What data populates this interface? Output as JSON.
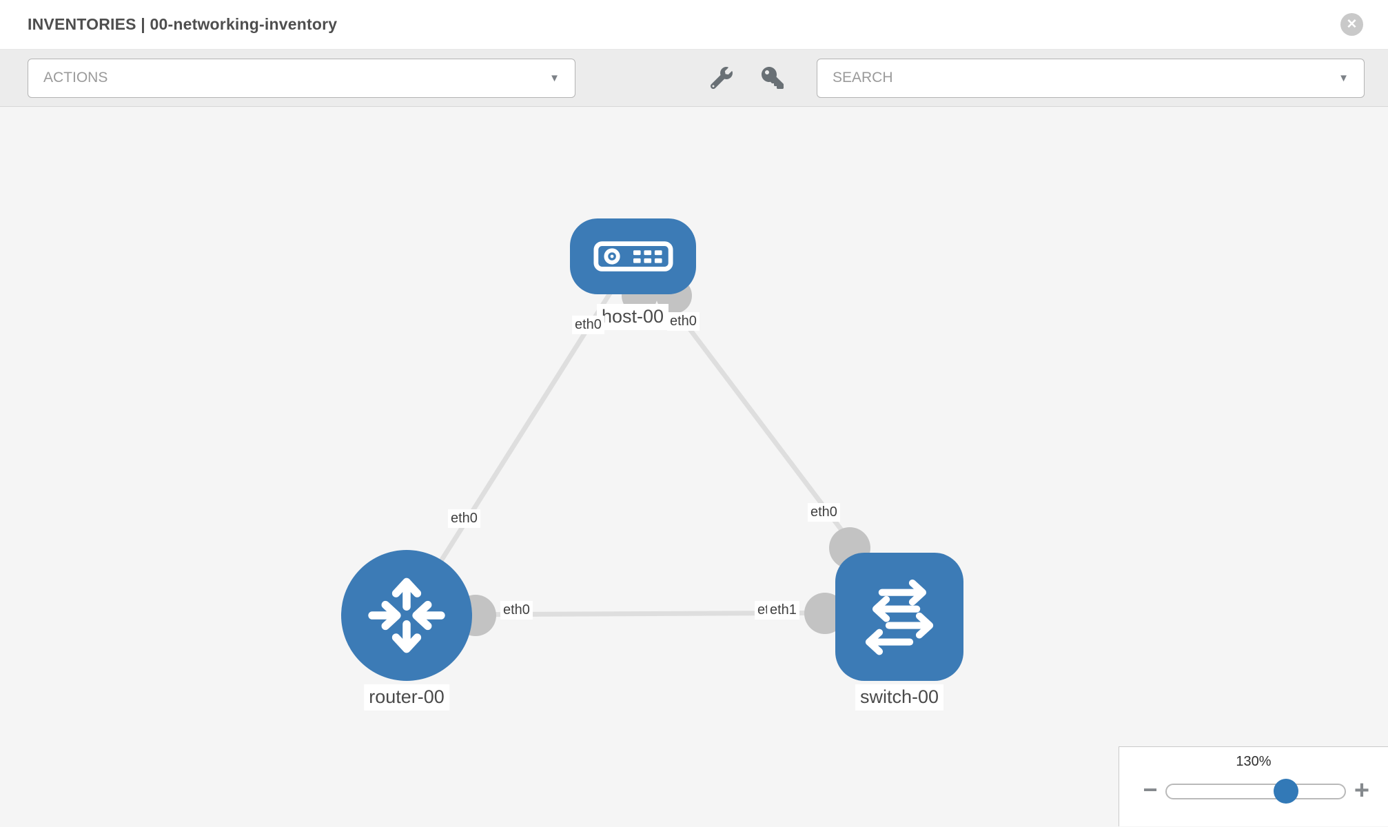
{
  "header": {
    "title": "INVENTORIES | 00-networking-inventory"
  },
  "toolbar": {
    "actions_label": "ACTIONS",
    "search_placeholder": "SEARCH"
  },
  "icons": {
    "close": "✕",
    "caret": "▼",
    "wrench": "wrench-icon",
    "key": "key-icon"
  },
  "topology": {
    "nodes": [
      {
        "id": "host-00",
        "type": "host",
        "label": "host-00"
      },
      {
        "id": "router-00",
        "type": "router",
        "label": "router-00"
      },
      {
        "id": "switch-00",
        "type": "switch",
        "label": "switch-00"
      }
    ],
    "labels": {
      "host": "host-00",
      "router": "router-00",
      "switch": "switch-00"
    },
    "interfaces": {
      "host_left": "eth0",
      "host_right": "eth0",
      "router_uplink": "eth0",
      "switch_uplink": "eth0",
      "router_right": "eth0",
      "switch_left_back": "eth0",
      "switch_left": "eth1"
    },
    "links": [
      {
        "source": "host-00",
        "source_interface": "eth0",
        "target": "router-00",
        "target_interface": "eth0"
      },
      {
        "source": "host-00",
        "source_interface": "eth0",
        "target": "switch-00",
        "target_interface": "eth0"
      },
      {
        "source": "router-00",
        "source_interface": "eth0",
        "target": "switch-00",
        "target_interface": "eth1"
      }
    ]
  },
  "zoom_control": {
    "value": "130%",
    "minus_label": "−",
    "plus_label": "+"
  },
  "colors": {
    "node_blue": "#3c7bb6",
    "link_gray": "#dedede",
    "connector_gray": "#c3c3c3",
    "toolbar_bg": "#ececec",
    "canvas_bg": "#f5f5f5",
    "header_text": "#4e4e4e",
    "placeholder_text": "#9a9a9a",
    "zoom_thumb": "#3279b7"
  }
}
